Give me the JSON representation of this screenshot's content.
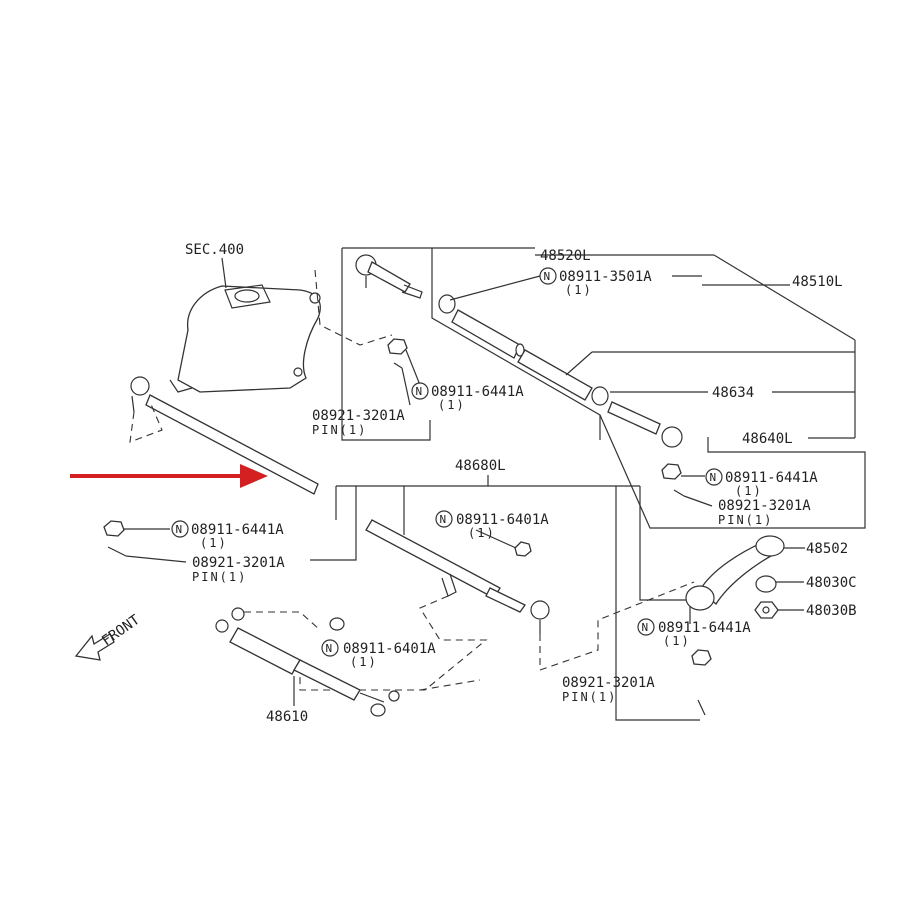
{
  "labels": {
    "sec400": "SEC.400",
    "p48520L": "48520L",
    "p48510L": "48510L",
    "p48634": "48634",
    "p48640L": "48640L",
    "p48680L": "48680L",
    "p48502": "48502",
    "p48030C": "48030C",
    "p48030B": "48030B",
    "p48610": "48610",
    "front": "FRONT"
  },
  "nut_refs": {
    "n1_code": "08911-3501A",
    "n2_code": "08911-6441A",
    "n3_code": "08911-6441A",
    "n4_code": "08911-6441A",
    "n5_code": "08911-6401A",
    "n6_code": "08911-6401A",
    "n7_code": "08911-6441A",
    "qty": "(1)",
    "symbol": "N"
  },
  "pin_refs": {
    "p1_code": "08921-3201A",
    "p2_code": "08921-3201A",
    "p3_code": "08921-3201A",
    "p4_code": "08921-3201A",
    "pin_text": "PIN(1)"
  },
  "colors": {
    "arrow": "#d42020",
    "line": "#333333"
  }
}
